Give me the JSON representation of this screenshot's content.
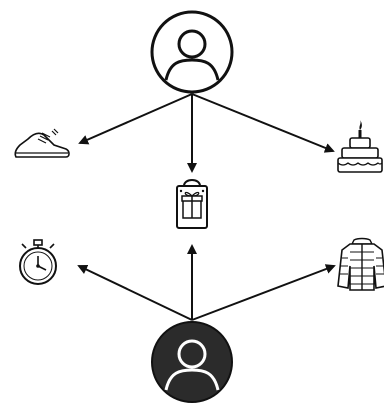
{
  "diagram": {
    "nodes": [
      {
        "id": "user-top",
        "icon": "user-outline-icon"
      },
      {
        "id": "user-bottom",
        "icon": "user-filled-icon"
      },
      {
        "id": "gift-bag",
        "icon": "gift-bag-icon"
      },
      {
        "id": "sneaker",
        "icon": "sneaker-icon"
      },
      {
        "id": "birthday-cake",
        "icon": "birthday-cake-icon"
      },
      {
        "id": "stopwatch",
        "icon": "stopwatch-icon"
      },
      {
        "id": "puffer-jacket",
        "icon": "puffer-jacket-icon"
      }
    ],
    "edges": [
      {
        "from": "user-top",
        "to": "sneaker"
      },
      {
        "from": "user-top",
        "to": "gift-bag"
      },
      {
        "from": "user-top",
        "to": "birthday-cake"
      },
      {
        "from": "user-bottom",
        "to": "stopwatch"
      },
      {
        "from": "user-bottom",
        "to": "gift-bag"
      },
      {
        "from": "user-bottom",
        "to": "puffer-jacket"
      }
    ],
    "colors": {
      "stroke": "#1a1a1a",
      "fill_dark": "#2b2b2b",
      "icon_light": "#f2f2f2"
    }
  }
}
